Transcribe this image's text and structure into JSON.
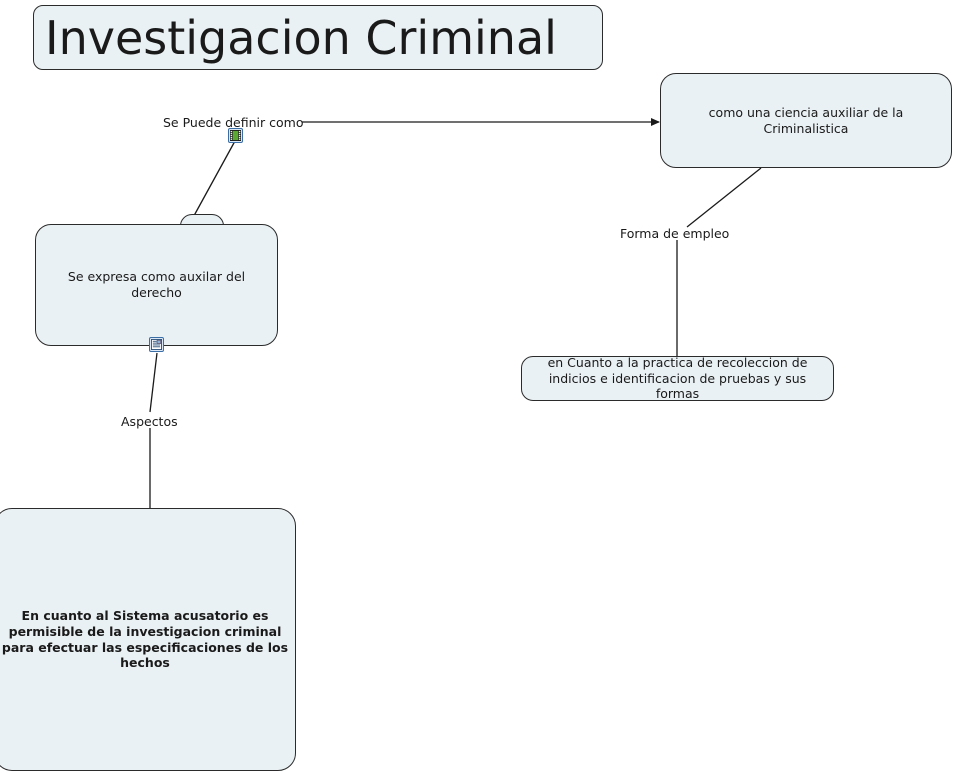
{
  "document": {
    "type": "concept-map",
    "title": "Investigacion Criminal",
    "background_color": "#ffffff",
    "node_fill_color": "#eaf1f4",
    "node_border_color": "#2b2b2b",
    "edge_color": "#1a1a1a"
  },
  "nodes": {
    "title": {
      "label": "Investigacion Criminal"
    },
    "ciencia": {
      "label": "como una ciencia auxiliar de la Criminalistica"
    },
    "expresa": {
      "label": "Se expresa como auxilar del derecho"
    },
    "hidden": {
      "label": ""
    },
    "recoleccion": {
      "label": "en Cuanto a la practica de recoleccion de indicios e identificacion de pruebas y sus formas"
    },
    "sistema": {
      "label": "En cuanto al Sistema acusatorio es permisible de la investigacion criminal para efectuar las especificaciones de los hechos"
    }
  },
  "edge_labels": {
    "se_puede_definir_como": "Se Puede definir como",
    "forma_de_empleo": "Forma de empleo",
    "aspectos": "Aspectos"
  },
  "icons": {
    "film": {
      "name": "film-strip-icon",
      "color": "#4e9a06",
      "border": "#3a6ea5"
    },
    "note": {
      "name": "document-image-icon",
      "color": "#ffffff",
      "border": "#3a6ea5"
    }
  }
}
